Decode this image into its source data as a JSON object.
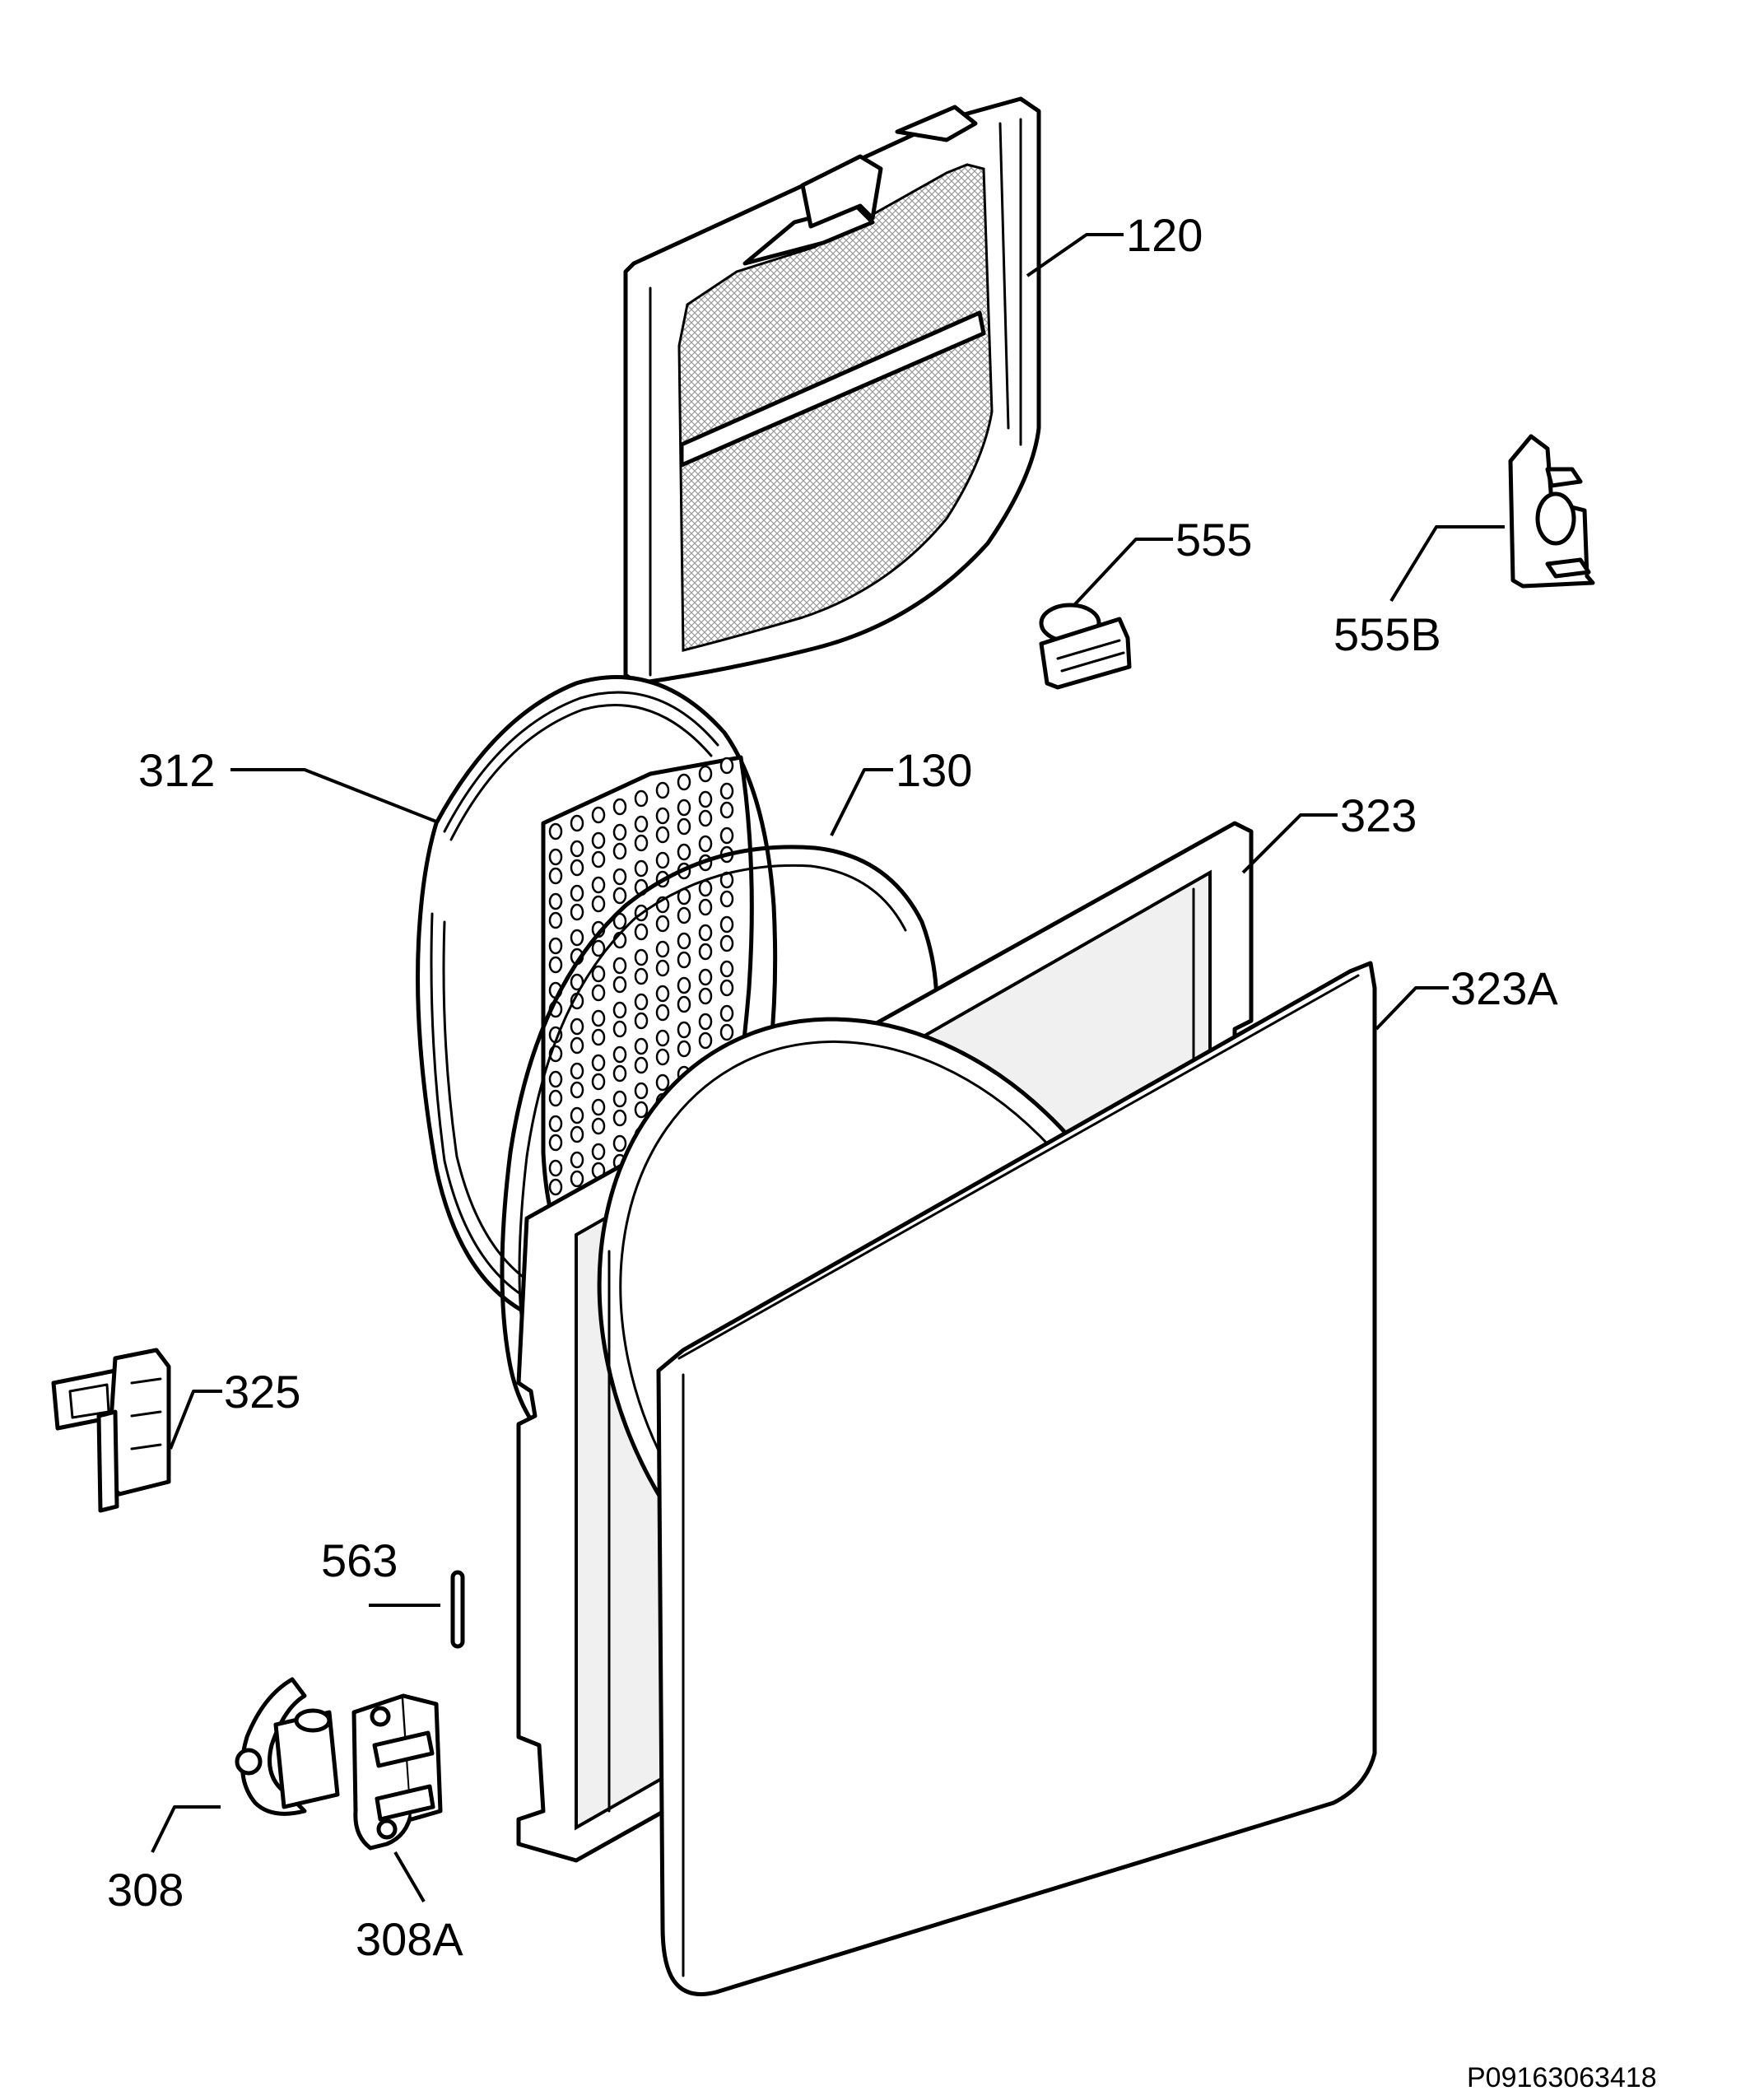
{
  "diagram": {
    "reference_code": "P09163063418",
    "colors": {
      "ink": "#000000",
      "paper": "#ffffff",
      "mesh": "#d9d9d9"
    },
    "callouts": [
      {
        "id": "120",
        "label": "120",
        "part": "filter-frame"
      },
      {
        "id": "555",
        "label": "555",
        "part": "small-clip"
      },
      {
        "id": "555b",
        "label": "555B",
        "part": "side-clip"
      },
      {
        "id": "312",
        "label": "312",
        "part": "filter-basket"
      },
      {
        "id": "130",
        "label": "130",
        "part": "door-gasket"
      },
      {
        "id": "323",
        "label": "323",
        "part": "door-inner-frame"
      },
      {
        "id": "323a",
        "label": "323A",
        "part": "door-panel"
      },
      {
        "id": "325",
        "label": "325",
        "part": "door-catch"
      },
      {
        "id": "563",
        "label": "563",
        "part": "hinge-pin"
      },
      {
        "id": "308",
        "label": "308",
        "part": "hinge"
      },
      {
        "id": "308a",
        "label": "308A",
        "part": "hinge-bracket"
      }
    ]
  }
}
